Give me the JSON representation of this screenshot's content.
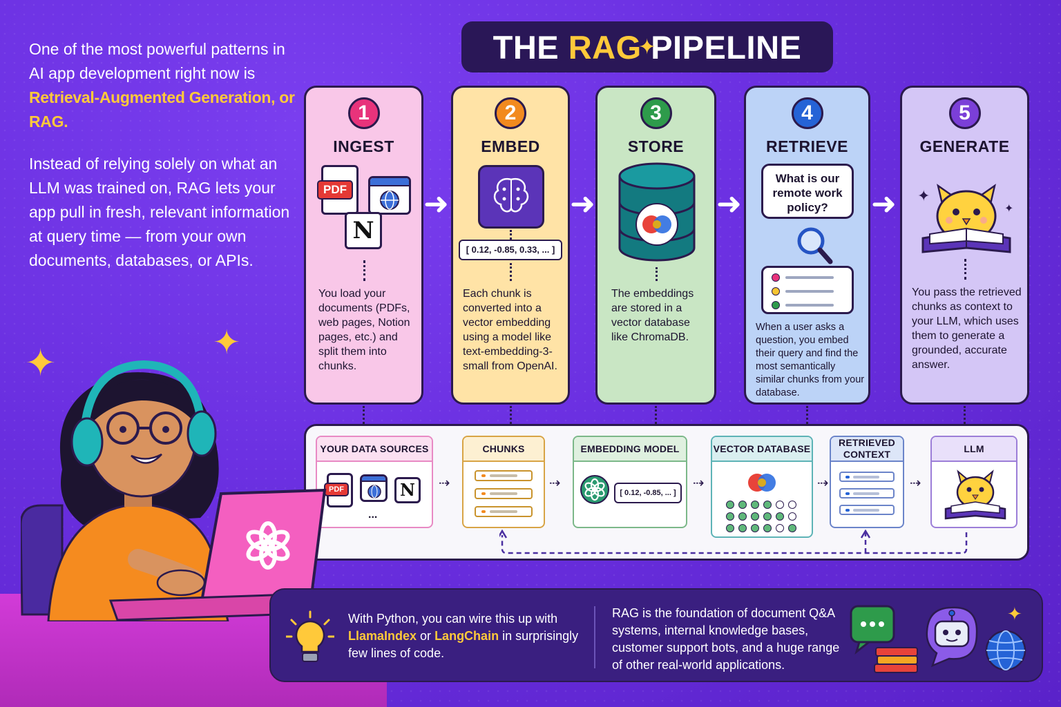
{
  "intro": {
    "p1_before": "One of the most powerful patterns in AI app development right now is ",
    "p1_highlight": "Retrieval-Augmented Generation, or RAG",
    "p1_after": ".",
    "p2": "Instead of relying solely on what an LLM was trained on, RAG lets your app pull in fresh, relevant information at query time — from your own documents, databases, or APIs."
  },
  "title": {
    "prefix": "THE ",
    "highlight": "RAG",
    "suffix": " PIPELINE"
  },
  "steps": [
    {
      "number": "1",
      "title": "INGEST",
      "description": "You load your documents (PDFs, web pages, Notion pages, etc.) and split them into chunks."
    },
    {
      "number": "2",
      "title": "EMBED",
      "description": "Each chunk is converted into a vector embedding using a model like text-embedding-3-small from OpenAI."
    },
    {
      "number": "3",
      "title": "STORE",
      "description": "The embeddings are stored in a vector database like ChromaDB."
    },
    {
      "number": "4",
      "title": "RETRIEVE",
      "description": "When a user asks a question, you embed their query and find the most semantically similar chunks from your database."
    },
    {
      "number": "5",
      "title": "GENERATE",
      "description": "You pass the retrieved chunks as context to your LLM, which uses them to generate a grounded, accurate answer."
    }
  ],
  "embed_vector": "[ 0.12, -0.85, 0.33, ... ]",
  "retrieve_query": "What is our remote work policy?",
  "icons": {
    "pdf_label": "PDF",
    "notion_label": "N",
    "ellipsis": "..."
  },
  "flow": {
    "sources": "YOUR DATA SOURCES",
    "chunks": "CHUNKS",
    "embedding_model": "EMBEDDING MODEL",
    "embedding_vector": "[ 0.12, -0.85, ... ]",
    "vector_db": "VECTOR DATABASE",
    "retrieved_context": "RETRIEVED CONTEXT",
    "llm": "LLM"
  },
  "footer": {
    "left_before": "With Python, you can wire this up with ",
    "llamaindex": "LlamaIndex",
    "or": " or ",
    "langchain": "LangChain",
    "left_after": " in surprisingly few lines of code.",
    "right": "RAG is the foundation of document Q&A systems, internal knowledge bases, customer support bots, and a huge range of other real-world applications."
  },
  "colors": {
    "background": "#6a2fe0",
    "accent_yellow": "#ffc93a",
    "step1": "#f9c7e8",
    "step2": "#ffe3a6",
    "step3": "#c9e6c4",
    "step4": "#bcd3f7",
    "step5": "#d4c6f6"
  }
}
